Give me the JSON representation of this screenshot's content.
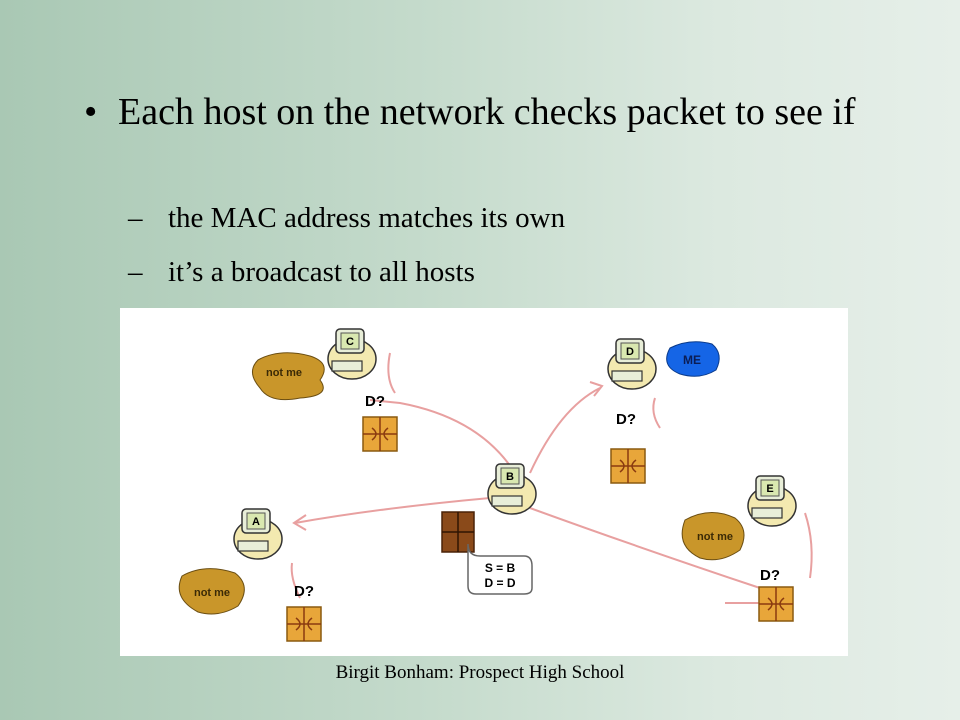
{
  "slide": {
    "bullet": "Each host on the network checks packet to see if",
    "sub_bullets": [
      "the MAC address matches its own",
      "it’s a broadcast to all hosts"
    ],
    "dash": "–",
    "footer": "Birgit Bonham: Prospect High School"
  },
  "diagram": {
    "hosts": [
      "C",
      "D",
      "B",
      "A",
      "E"
    ],
    "not_me_label": "not me",
    "me_label": "ME",
    "question_label": "D?",
    "packet_source": "S = B",
    "packet_dest": "D = D",
    "colors": {
      "blob_not_me": "#c9962a",
      "blob_me": "#1565e6",
      "packet": "#e8a63a",
      "arrow": "#e8a0a0",
      "monitor_screen": "#d9e8b0"
    }
  }
}
